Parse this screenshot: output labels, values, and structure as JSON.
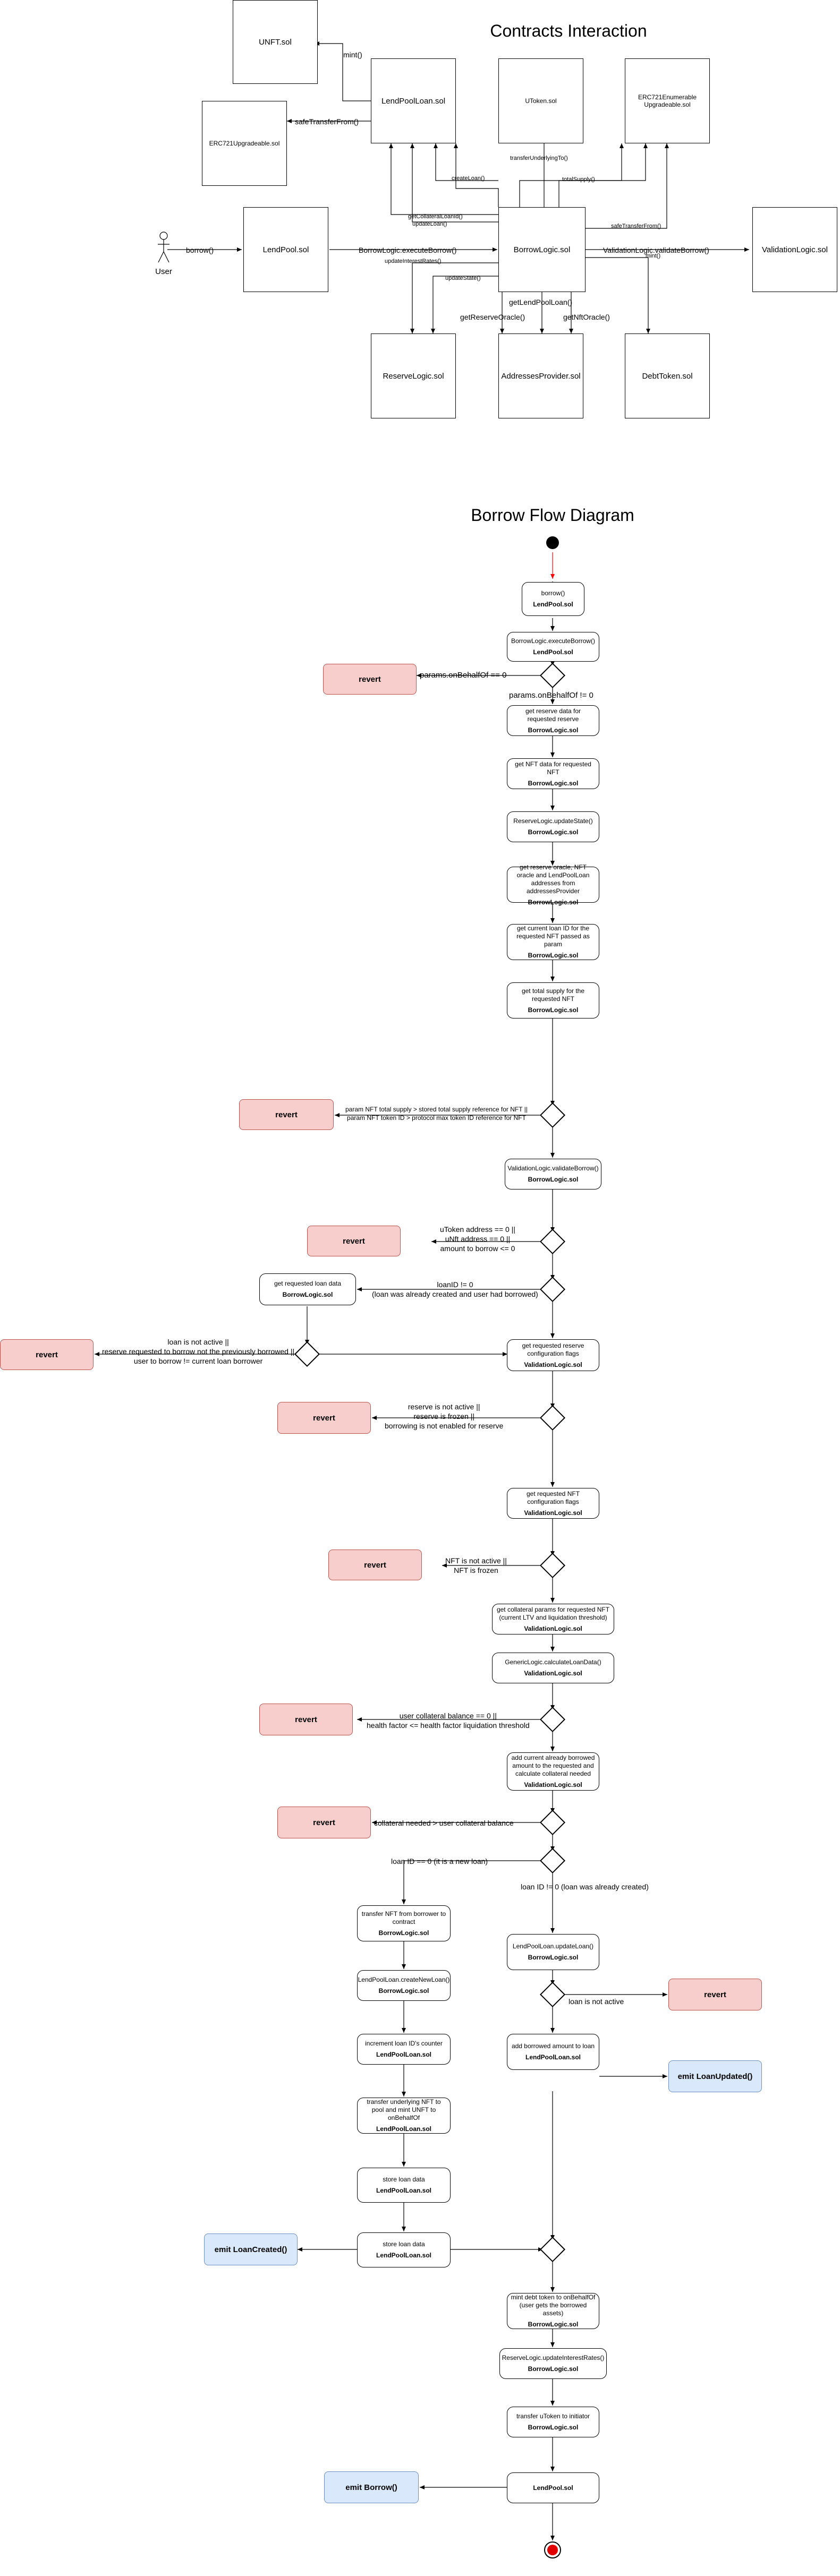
{
  "contracts": {
    "title": "Contracts Interaction",
    "nodes": {
      "unft": "UNFT.sol",
      "lendpoolloan": "LendPoolLoan.sol",
      "utoken": "UToken.sol",
      "erc721enum": "ERC721Enumerable Upgradeable.sol",
      "erc721up": "ERC721Upgradeable.sol",
      "lendpool": "LendPool.sol",
      "borrowlogic": "BorrowLogic.sol",
      "validationlogic": "ValidationLogic.sol",
      "reservelogic": "ReserveLogic.sol",
      "addressesprovider": "AddressesProvider.sol",
      "debttoken": "DebtToken.sol",
      "user": "User"
    },
    "edges": {
      "mint": "mint()",
      "safeTransferFrom": "safeTransferFrom()",
      "createLoan": "createLoan()",
      "transferUnderlyingTo": "transferUnderlyingTo()",
      "totalSupply": "totalSupply()",
      "getCollateralLoanId": "getCollateralLoanId()",
      "updateLoan": "updateLoan()",
      "safeTransferFrom2": "safeTransferFrom()",
      "borrow": "borrow()",
      "executeBorrow": "BorrowLogic.executeBorrow()",
      "validateBorrow": "ValidationLogic.validateBorrow()",
      "mint2": "mint()",
      "updateInterestRates": "updateInterestRates()",
      "updateState": "updateState()",
      "getLendPoolLoan": "getLendPoolLoan()",
      "getReserveOracle": "getReserveOracle()",
      "getNftOracle": "getNftOracle()"
    }
  },
  "flow": {
    "title": "Borrow Flow Diagram",
    "steps": {
      "s1_text": "borrow()",
      "s1_sol": "LendPool.sol",
      "s2_text": "BorrowLogic.executeBorrow()",
      "s2_sol": "LendPool.sol",
      "s3_text": "get reserve data for requested reserve",
      "s3_sol": "BorrowLogic.sol",
      "s4_text": "get NFT data for requested NFT",
      "s4_sol": "BorrowLogic.sol",
      "s5_text": "ReserveLogic.updateState()",
      "s5_sol": "BorrowLogic.sol",
      "s6_text": "get reserve oracle, NFT oracle and LendPoolLoan addresses from addressesProvider",
      "s6_sol": "BorrowLogic.sol",
      "s7_text": "get current loan ID for the requested NFT passed as param",
      "s7_sol": "BorrowLogic.sol",
      "s8_text": "get total supply for the requested NFT",
      "s8_sol": "BorrowLogic.sol",
      "s9_text": "ValidationLogic.validateBorrow()",
      "s9_sol": "BorrowLogic.sol",
      "s10_text": "get requested loan data",
      "s10_sol": "BorrowLogic.sol",
      "s11_text": "get requested reserve configuration flags",
      "s11_sol": "ValidationLogic.sol",
      "s12_text": "get requested NFT configuration flags",
      "s12_sol": "ValidationLogic.sol",
      "s13_text": "get collateral params for requested NFT (current LTV and liquidation threshold)",
      "s13_sol": "ValidationLogic.sol",
      "s14_text": "GenericLogic.calculateLoanData()",
      "s14_sol": "ValidationLogic.sol",
      "s15_text": "add current already borrowed amount to the requested and calculate collateral needed",
      "s15_sol": "ValidationLogic.sol",
      "s16_text": "transfer NFT from borrower to contract",
      "s16_sol": "BorrowLogic.sol",
      "s17_text": "LendPoolLoan.createNewLoan()",
      "s17_sol": "BorrowLogic.sol",
      "s18_text": "increment loan ID's counter",
      "s18_sol": "LendPoolLoan.sol",
      "s19_text": "transfer underlying NFT to pool and mint UNFT to onBehalfOf",
      "s19_sol": "LendPoolLoan.sol",
      "s20_text": "store loan data",
      "s20_sol": "LendPoolLoan.sol",
      "s21_text": "store loan data",
      "s21_sol": "LendPoolLoan.sol",
      "s22_text": "LendPoolLoan.updateLoan()",
      "s22_sol": "BorrowLogic.sol",
      "s23_text": "add borrowed amount to loan",
      "s23_sol": "LendPoolLoan.sol",
      "s24_text": "mint debt token to onBehalfOf (user gets the borrowed assets)",
      "s24_sol": "BorrowLogic.sol",
      "s25_text": "ReserveLogic.updateInterestRates()",
      "s25_sol": "BorrowLogic.sol",
      "s26_text": "transfer uToken to initiator",
      "s26_sol": "BorrowLogic.sol",
      "s27_sol": "LendPool.sol"
    },
    "conds": {
      "c1_no": "params.onBehalfOf == 0",
      "c1_yes": "params.onBehalfOf != 0",
      "c2_line1": "param NFT total supply > stored total supply reference for NFT ||",
      "c2_line2": "param NFT token ID > protocol max token ID reference for NFT",
      "c3_line1": "uToken address == 0 ||",
      "c3_line2": "uNft address == 0 ||",
      "c3_line3": "amount to borrow <= 0",
      "c4_line1": "loanID != 0",
      "c4_line2": "(loan was already created and user had  borrowed)",
      "c5_line1": "loan is not active ||",
      "c5_line2": "reserve requested to borrow not the previously borrowed ||",
      "c5_line3": "user to borrow != current loan borrower",
      "c6_line1": "reserve is not active ||",
      "c6_line2": "reserve is frozen ||",
      "c6_line3": "borrowing is not enabled for reserve",
      "c7_line1": "NFT is not active ||",
      "c7_line2": "NFT is frozen",
      "c8_line1": "user collateral balance == 0 ||",
      "c8_line2": "health factor <= health factor liquidation threshold",
      "c9": "collateral needed > user collateral balance",
      "c10_new": "loan ID == 0 (it is a new loan)",
      "c10_old": "loan ID != 0 (loan was already created)",
      "c11": "loan is not active"
    },
    "revert": "revert",
    "emit_updated": "emit LoanUpdated()",
    "emit_created": "emit LoanCreated()",
    "emit_borrow": "emit Borrow()"
  }
}
